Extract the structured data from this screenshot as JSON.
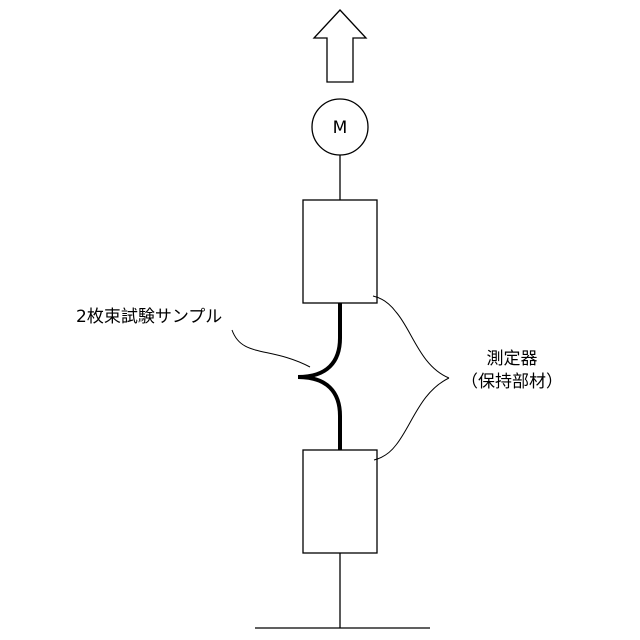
{
  "motor": {
    "symbol": "M"
  },
  "labels": {
    "sample": "2枚束試験サンプル",
    "device_line1": "測定器",
    "device_line2": "（保持部材）"
  },
  "colors": {
    "stroke": "#000000",
    "background": "#ffffff"
  }
}
